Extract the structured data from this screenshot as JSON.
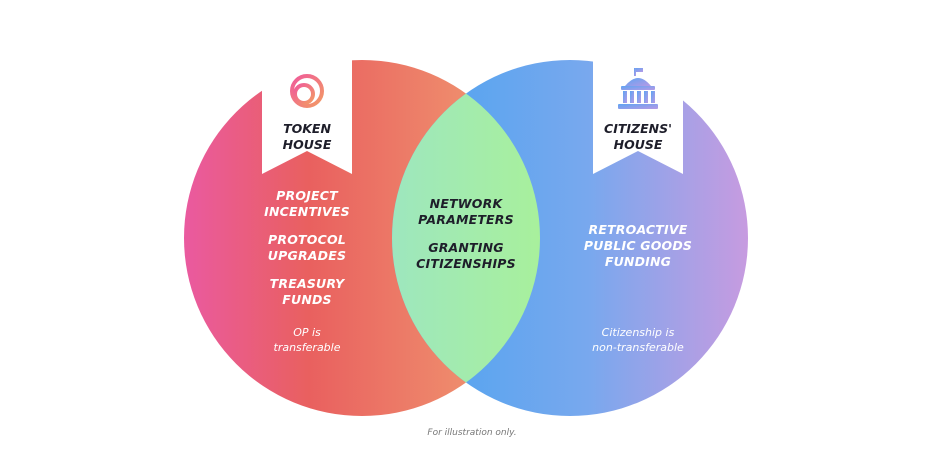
{
  "token_house": {
    "title": "TOKEN\nHOUSE",
    "items": [
      "PROJECT\nINCENTIVES",
      "PROTOCOL\nUPGRADES",
      "TREASURY\nFUNDS"
    ],
    "note": "OP is\ntransferable",
    "icon": "rings-logo-icon"
  },
  "shared": {
    "items": [
      "NETWORK\nPARAMETERS",
      "GRANTING\nCITIZENSHIPS"
    ]
  },
  "citizens_house": {
    "title": "CITIZENS'\nHOUSE",
    "items": [
      "RETROACTIVE\nPUBLIC GOODS\nFUNDING"
    ],
    "note": "Citizenship is\nnon-transferable",
    "icon": "capitol-building-icon"
  },
  "footer": "For illustration only.",
  "colors": {
    "token_gradient": [
      "#ea5aa0",
      "#e9605f",
      "#f1a173"
    ],
    "citizens_gradient": [
      "#4aa3f0",
      "#5fa9ef",
      "#c79be0"
    ],
    "overlap_gradient": [
      "#86d8ef",
      "#a6efa0"
    ]
  }
}
